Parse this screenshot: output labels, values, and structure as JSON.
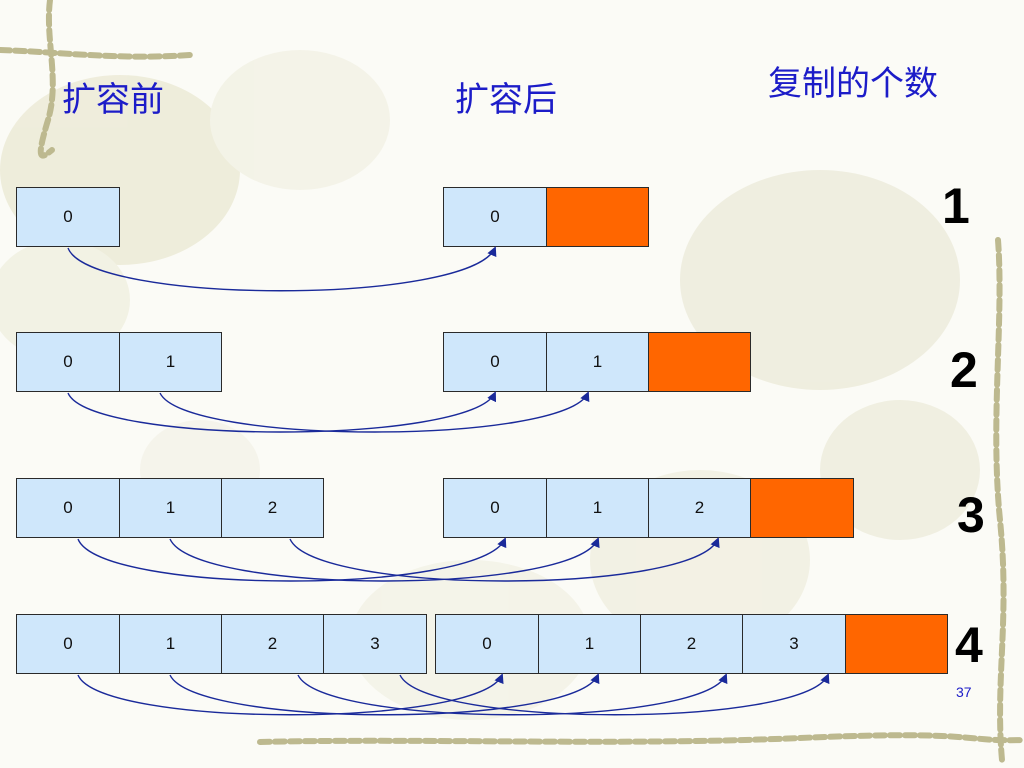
{
  "headings": {
    "before": "扩容前",
    "after": "扩容后",
    "copies": "复制的个数"
  },
  "rows": [
    {
      "before": [
        "0"
      ],
      "after": [
        "0"
      ],
      "copies": "1"
    },
    {
      "before": [
        "0",
        "1"
      ],
      "after": [
        "0",
        "1"
      ],
      "copies": "2"
    },
    {
      "before": [
        "0",
        "1",
        "2"
      ],
      "after": [
        "0",
        "1",
        "2"
      ],
      "copies": "3"
    },
    {
      "before": [
        "0",
        "1",
        "2",
        "3"
      ],
      "after": [
        "0",
        "1",
        "2",
        "3"
      ],
      "copies": "4"
    }
  ],
  "page_number": "37",
  "colors": {
    "heading_text": "#1c1cc8",
    "cell_fill": "#cfe7fb",
    "new_slot_fill": "#ff6600",
    "arrow": "#1a2a9a"
  }
}
